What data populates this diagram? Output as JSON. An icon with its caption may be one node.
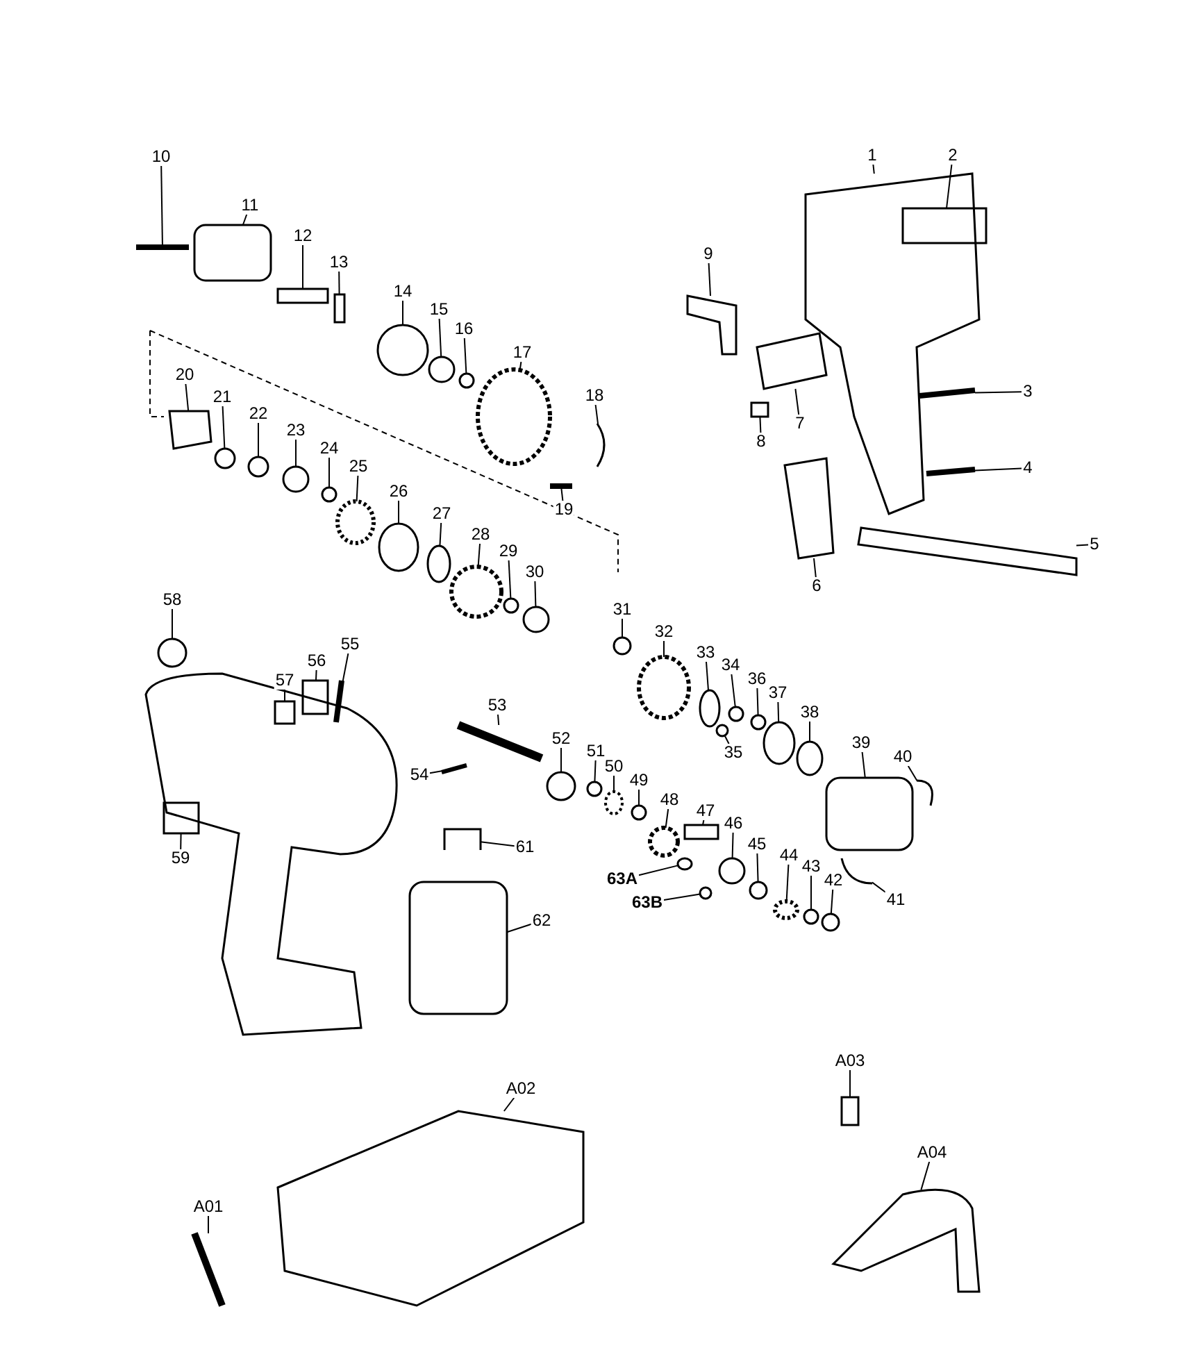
{
  "diagram": {
    "nodes": [
      {
        "text": [
          "1"
        ]
      },
      {
        "text": [
          "2"
        ]
      },
      {
        "text": [
          "3"
        ]
      },
      {
        "text": [
          "4"
        ]
      },
      {
        "text": [
          "5"
        ]
      },
      {
        "text": [
          "6"
        ]
      },
      {
        "text": [
          "7"
        ]
      },
      {
        "text": [
          "8"
        ]
      },
      {
        "text": [
          "9"
        ]
      },
      {
        "text": [
          "10"
        ]
      },
      {
        "text": [
          "11"
        ]
      },
      {
        "text": [
          "12"
        ]
      },
      {
        "text": [
          "13"
        ]
      },
      {
        "text": [
          "14"
        ]
      },
      {
        "text": [
          "15"
        ]
      },
      {
        "text": [
          "16"
        ]
      },
      {
        "text": [
          "17"
        ]
      },
      {
        "text": [
          "18"
        ]
      },
      {
        "text": [
          "19"
        ]
      },
      {
        "text": [
          "20"
        ]
      },
      {
        "text": [
          "21"
        ]
      },
      {
        "text": [
          "22"
        ]
      },
      {
        "text": [
          "23"
        ]
      },
      {
        "text": [
          "24"
        ]
      },
      {
        "text": [
          "25"
        ]
      },
      {
        "text": [
          "26"
        ]
      },
      {
        "text": [
          "27"
        ]
      },
      {
        "text": [
          "28"
        ]
      },
      {
        "text": [
          "29"
        ]
      },
      {
        "text": [
          "30"
        ]
      },
      {
        "text": [
          "31"
        ]
      },
      {
        "text": [
          "32"
        ]
      },
      {
        "text": [
          "33"
        ]
      },
      {
        "text": [
          "34"
        ]
      },
      {
        "text": [
          "35"
        ]
      },
      {
        "text": [
          "36"
        ]
      },
      {
        "text": [
          "37"
        ]
      },
      {
        "text": [
          "38"
        ]
      },
      {
        "text": [
          "39"
        ]
      },
      {
        "text": [
          "40"
        ]
      },
      {
        "text": [
          "41"
        ]
      },
      {
        "text": [
          "42"
        ]
      },
      {
        "text": [
          "43"
        ]
      },
      {
        "text": [
          "44"
        ]
      },
      {
        "text": [
          "45"
        ]
      },
      {
        "text": [
          "46"
        ]
      },
      {
        "text": [
          "47"
        ]
      },
      {
        "text": [
          "48"
        ]
      },
      {
        "text": [
          "49"
        ]
      },
      {
        "text": [
          "50"
        ]
      },
      {
        "text": [
          "51"
        ]
      },
      {
        "text": [
          "52"
        ]
      },
      {
        "text": [
          "53"
        ]
      },
      {
        "text": [
          "54"
        ]
      },
      {
        "text": [
          "55"
        ]
      },
      {
        "text": [
          "56"
        ]
      },
      {
        "text": [
          "57"
        ]
      },
      {
        "text": [
          "58"
        ]
      },
      {
        "text": [
          "59"
        ]
      },
      {
        "text": [
          "61"
        ]
      },
      {
        "text": [
          "62"
        ]
      },
      {
        "text": [
          "63A"
        ]
      },
      {
        "text": [
          "63B"
        ]
      },
      {
        "text": [
          "A01"
        ]
      },
      {
        "text": [
          "A02"
        ]
      },
      {
        "text": [
          "A03"
        ]
      },
      {
        "text": [
          "A04"
        ]
      },
      {
        "text": [],
        "shape": "picture"
      },
      {
        "text": [],
        "shape": "box"
      },
      {
        "text": [],
        "shape": "picture"
      },
      {
        "text": [],
        "shape": "picture"
      },
      {
        "text": [],
        "shape": "bar"
      },
      {
        "text": [],
        "shape": "picture"
      },
      {
        "text": [],
        "shape": "picture"
      },
      {
        "text": [],
        "shape": "box"
      },
      {
        "text": [],
        "shape": "picture"
      },
      {
        "text": [],
        "shape": "picture"
      },
      {
        "text": [],
        "shape": "box"
      },
      {
        "text": [],
        "shape": "box"
      },
      {
        "text": [],
        "shape": "box"
      },
      {
        "text": [],
        "shape": "circle"
      },
      {
        "text": [],
        "shape": "circle"
      },
      {
        "text": [],
        "shape": "circle"
      },
      {
        "text": [],
        "shape": "circle"
      },
      {
        "text": [],
        "shape": "picture"
      },
      {
        "text": [],
        "shape": "picture"
      },
      {
        "text": [],
        "shape": "picture"
      },
      {
        "text": [],
        "shape": "circle"
      },
      {
        "text": [],
        "shape": "circle"
      },
      {
        "text": [],
        "shape": "circle"
      },
      {
        "text": [],
        "shape": "circle"
      },
      {
        "text": [],
        "shape": "circle"
      },
      {
        "text": [],
        "shape": "circle"
      },
      {
        "text": [],
        "shape": "circle"
      },
      {
        "text": [],
        "shape": "circle"
      },
      {
        "text": [],
        "shape": "circle"
      },
      {
        "text": [],
        "shape": "circle"
      },
      {
        "text": [],
        "shape": "circle"
      },
      {
        "text": [],
        "shape": "circle"
      },
      {
        "text": [],
        "shape": "circle"
      },
      {
        "text": [],
        "shape": "circle"
      },
      {
        "text": [],
        "shape": "circle"
      },
      {
        "text": [],
        "shape": "circle"
      },
      {
        "text": [],
        "shape": "circle"
      },
      {
        "text": [],
        "shape": "circle"
      },
      {
        "text": [],
        "shape": "box"
      },
      {
        "text": [],
        "shape": "picture"
      },
      {
        "text": [],
        "shape": "picture"
      },
      {
        "text": [],
        "shape": "circle"
      },
      {
        "text": [],
        "shape": "circle"
      },
      {
        "text": [],
        "shape": "circle"
      },
      {
        "text": [],
        "shape": "circle"
      },
      {
        "text": [],
        "shape": "circle"
      },
      {
        "text": [],
        "shape": "box"
      },
      {
        "text": [],
        "shape": "circle"
      },
      {
        "text": [],
        "shape": "circle"
      },
      {
        "text": [],
        "shape": "circle"
      },
      {
        "text": [],
        "shape": "circle"
      },
      {
        "text": [],
        "shape": "circle"
      },
      {
        "text": [],
        "shape": "picture"
      },
      {
        "text": [],
        "shape": "picture"
      },
      {
        "text": [],
        "shape": "picture"
      },
      {
        "text": [],
        "shape": "box"
      },
      {
        "text": [],
        "shape": "box"
      },
      {
        "text": [],
        "shape": "circle"
      },
      {
        "text": [],
        "shape": "box"
      },
      {
        "text": [],
        "shape": "picture"
      },
      {
        "text": [],
        "shape": "box"
      },
      {
        "text": [],
        "shape": "circle"
      },
      {
        "text": [],
        "shape": "circle"
      },
      {
        "text": [],
        "shape": "picture"
      },
      {
        "text": [],
        "shape": "picture"
      },
      {
        "text": [],
        "shape": "box"
      },
      {
        "text": [],
        "shape": "picture"
      }
    ],
    "edges": [
      {
        "from": 0,
        "to": 67,
        "arrow": "none"
      },
      {
        "from": 1,
        "to": 68,
        "arrow": "none"
      },
      {
        "from": 2,
        "to": 69,
        "arrow": "none"
      },
      {
        "from": 3,
        "to": 70,
        "arrow": "none"
      },
      {
        "from": 4,
        "to": 71,
        "arrow": "none"
      },
      {
        "from": 5,
        "to": 72,
        "arrow": "none"
      },
      {
        "from": 6,
        "to": 73,
        "arrow": "none"
      },
      {
        "from": 7,
        "to": 74,
        "arrow": "none"
      },
      {
        "from": 8,
        "to": 75,
        "arrow": "none"
      },
      {
        "from": 9,
        "to": 76,
        "arrow": "none"
      },
      {
        "from": 10,
        "to": 77,
        "arrow": "none"
      },
      {
        "from": 11,
        "to": 78,
        "arrow": "none"
      },
      {
        "from": 12,
        "to": 79,
        "arrow": "none"
      },
      {
        "from": 13,
        "to": 80,
        "arrow": "none"
      },
      {
        "from": 14,
        "to": 81,
        "arrow": "none"
      },
      {
        "from": 15,
        "to": 82,
        "arrow": "none"
      },
      {
        "from": 16,
        "to": 83,
        "arrow": "none"
      },
      {
        "from": 17,
        "to": 84,
        "arrow": "none"
      },
      {
        "from": 18,
        "to": 85,
        "arrow": "none"
      },
      {
        "from": 19,
        "to": 86,
        "arrow": "none"
      },
      {
        "from": 20,
        "to": 87,
        "arrow": "none"
      },
      {
        "from": 21,
        "to": 88,
        "arrow": "none"
      },
      {
        "from": 22,
        "to": 89,
        "arrow": "none"
      },
      {
        "from": 23,
        "to": 90,
        "arrow": "none"
      },
      {
        "from": 24,
        "to": 91,
        "arrow": "none"
      },
      {
        "from": 25,
        "to": 92,
        "arrow": "none"
      },
      {
        "from": 26,
        "to": 93,
        "arrow": "none"
      },
      {
        "from": 27,
        "to": 94,
        "arrow": "none"
      },
      {
        "from": 28,
        "to": 95,
        "arrow": "none"
      },
      {
        "from": 29,
        "to": 96,
        "arrow": "none"
      },
      {
        "from": 30,
        "to": 97,
        "arrow": "none"
      },
      {
        "from": 31,
        "to": 98,
        "arrow": "none"
      },
      {
        "from": 32,
        "to": 99,
        "arrow": "none"
      },
      {
        "from": 33,
        "to": 100,
        "arrow": "none"
      },
      {
        "from": 34,
        "to": 101,
        "arrow": "none"
      },
      {
        "from": 35,
        "to": 102,
        "arrow": "none"
      },
      {
        "from": 36,
        "to": 103,
        "arrow": "none"
      },
      {
        "from": 37,
        "to": 104,
        "arrow": "none"
      },
      {
        "from": 38,
        "to": 105,
        "arrow": "none"
      },
      {
        "from": 39,
        "to": 106,
        "arrow": "none"
      },
      {
        "from": 40,
        "to": 107,
        "arrow": "none"
      },
      {
        "from": 41,
        "to": 108,
        "arrow": "none"
      },
      {
        "from": 42,
        "to": 109,
        "arrow": "none"
      },
      {
        "from": 43,
        "to": 110,
        "arrow": "none"
      },
      {
        "from": 44,
        "to": 111,
        "arrow": "none"
      },
      {
        "from": 45,
        "to": 112,
        "arrow": "none"
      },
      {
        "from": 46,
        "to": 113,
        "arrow": "none"
      },
      {
        "from": 47,
        "to": 114,
        "arrow": "none"
      },
      {
        "from": 48,
        "to": 115,
        "arrow": "none"
      },
      {
        "from": 49,
        "to": 116,
        "arrow": "none"
      },
      {
        "from": 50,
        "to": 117,
        "arrow": "none"
      },
      {
        "from": 51,
        "to": 118,
        "arrow": "none"
      },
      {
        "from": 52,
        "to": 119,
        "arrow": "none"
      },
      {
        "from": 53,
        "to": 120,
        "arrow": "none"
      },
      {
        "from": 54,
        "to": 121,
        "arrow": "none"
      },
      {
        "from": 55,
        "to": 122,
        "arrow": "none"
      },
      {
        "from": 56,
        "to": 123,
        "arrow": "none"
      },
      {
        "from": 57,
        "to": 124,
        "arrow": "none"
      },
      {
        "from": 58,
        "to": 125,
        "arrow": "none"
      },
      {
        "from": 59,
        "to": 126,
        "arrow": "none"
      },
      {
        "from": 60,
        "to": 127,
        "arrow": "none"
      },
      {
        "from": 61,
        "to": 128,
        "arrow": "none"
      },
      {
        "from": 62,
        "to": 129,
        "arrow": "none"
      },
      {
        "from": 63,
        "to": 130,
        "arrow": "none"
      },
      {
        "from": 64,
        "to": 131,
        "arrow": "none"
      },
      {
        "from": 65,
        "to": 132,
        "arrow": "none"
      },
      {
        "from": 66,
        "to": 133,
        "arrow": "none"
      }
    ]
  }
}
